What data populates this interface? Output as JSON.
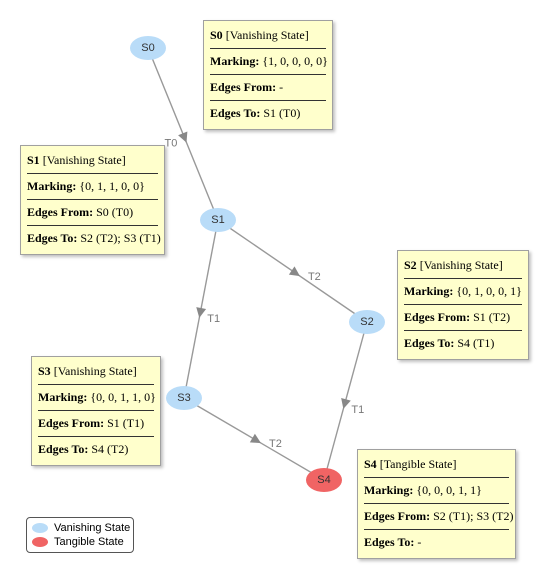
{
  "states": [
    {
      "id": "S0",
      "kind": "Vanishing State",
      "marking": "{1, 0, 0, 0, 0}",
      "edges_from": "-",
      "edges_to": "S1 (T0)"
    },
    {
      "id": "S1",
      "kind": "Vanishing State",
      "marking": "{0, 1, 1, 0, 0}",
      "edges_from": "S0 (T0)",
      "edges_to": "S2 (T2); S3 (T1)"
    },
    {
      "id": "S2",
      "kind": "Vanishing State",
      "marking": "{0, 1, 0, 0, 1}",
      "edges_from": "S1 (T2)",
      "edges_to": "S4 (T1)"
    },
    {
      "id": "S3",
      "kind": "Vanishing State",
      "marking": "{0, 0, 1, 1, 0}",
      "edges_from": "S1 (T1)",
      "edges_to": "S4 (T2)"
    },
    {
      "id": "S4",
      "kind": "Tangible State",
      "marking": "{0, 0, 0, 1, 1}",
      "edges_from": "S2 (T1); S3 (T2)",
      "edges_to": "-"
    }
  ],
  "transitions": [
    {
      "from": "S0",
      "to": "S1",
      "label": "T0"
    },
    {
      "from": "S1",
      "to": "S3",
      "label": "T1"
    },
    {
      "from": "S1",
      "to": "S2",
      "label": "T2"
    },
    {
      "from": "S2",
      "to": "S4",
      "label": "T1"
    },
    {
      "from": "S3",
      "to": "S4",
      "label": "T2"
    }
  ],
  "field_labels": {
    "marking": "Marking:",
    "edges_from": "Edges From:",
    "edges_to": "Edges To:"
  },
  "legend": {
    "vanishing": "Vanishing State",
    "tangible": "Tangible State"
  },
  "colors": {
    "vanishing": "#b9dcf8",
    "tangible": "#f06464",
    "edge": "#999999",
    "box_bg": "#ffffcc"
  }
}
